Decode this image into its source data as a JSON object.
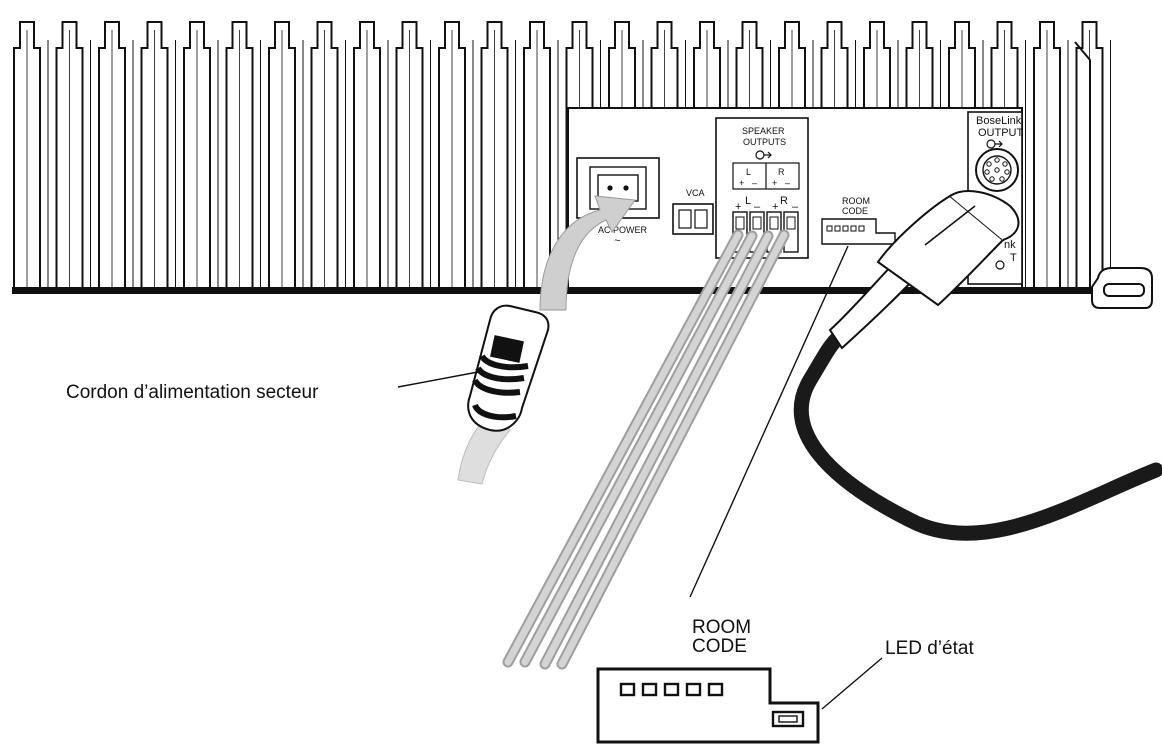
{
  "callouts": {
    "power_cord": "Cordon d’alimentation secteur",
    "status_led": "LED d’état"
  },
  "panel": {
    "speaker_outputs_line1": "SPEAKER",
    "speaker_outputs_line2": "OUTPUTS",
    "left_channel": "L",
    "right_channel": "R",
    "polarity_plus": "+",
    "polarity_minus": "–",
    "vca": "VCA",
    "ac_power": "AC POWER",
    "room_code_line1": "ROOM",
    "room_code_line2": "CODE",
    "boselink_line1": "BoseLink",
    "boselink_line2": "OUTPUT",
    "boselink_input_partial_1": "nk",
    "boselink_input_partial_2": "T"
  },
  "zoom": {
    "room_code_line1": "ROOM",
    "room_code_line2": "CODE"
  },
  "colors": {
    "line": "#111111",
    "wire": "#bdbdbd",
    "cable": "#1a1a1a",
    "background": "#ffffff"
  }
}
